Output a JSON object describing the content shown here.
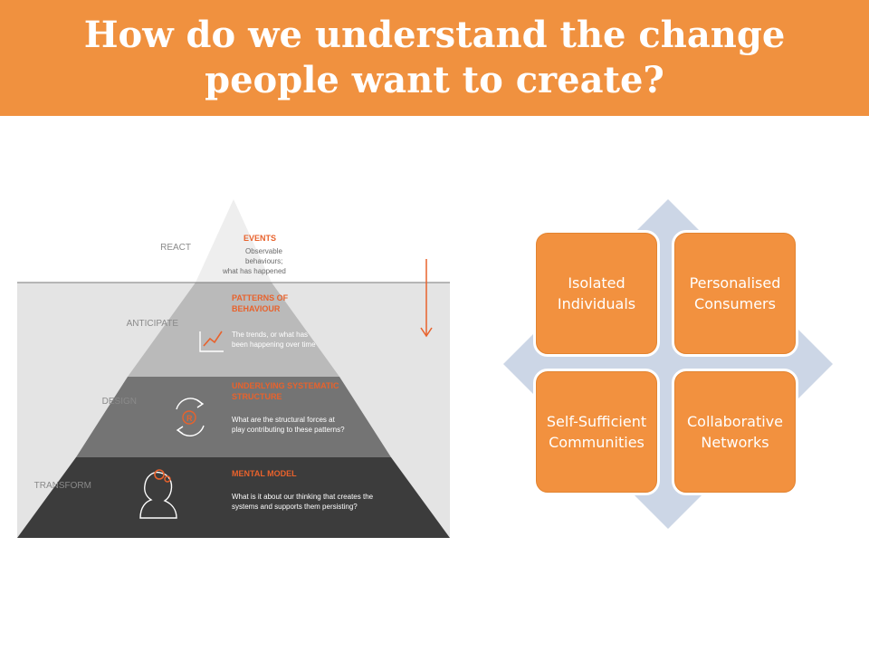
{
  "header": {
    "title": "How do we understand the change people want to create?"
  },
  "pyramid": {
    "levels": [
      {
        "action": "REACT",
        "heading": "EVENTS",
        "desc": [
          "Observable",
          "behaviours;",
          "what has happened"
        ]
      },
      {
        "action": "ANTICIPATE",
        "heading": [
          "PATTERNS OF",
          "BEHAVIOUR"
        ],
        "desc": [
          "The trends, or what has",
          "been happening over time"
        ]
      },
      {
        "action": "DESIGN",
        "heading": [
          "UNDERLYING SYSTEMATIC",
          "STRUCTURE"
        ],
        "desc": [
          "What are the structural forces at",
          "play contributing to these patterns?"
        ]
      },
      {
        "action": "TRANSFORM",
        "heading": "MENTAL MODEL",
        "desc": [
          "What is it about our thinking that creates the",
          "systems and supports them persisting?"
        ]
      }
    ]
  },
  "quadrants": [
    {
      "label": "Isolated Individuals"
    },
    {
      "label": "Personalised Consumers"
    },
    {
      "label": "Self-Sufficient Communities"
    },
    {
      "label": "Collaborative Networks"
    }
  ],
  "colors": {
    "accent": "#f0913f",
    "diamond": "#ccd6e6"
  }
}
